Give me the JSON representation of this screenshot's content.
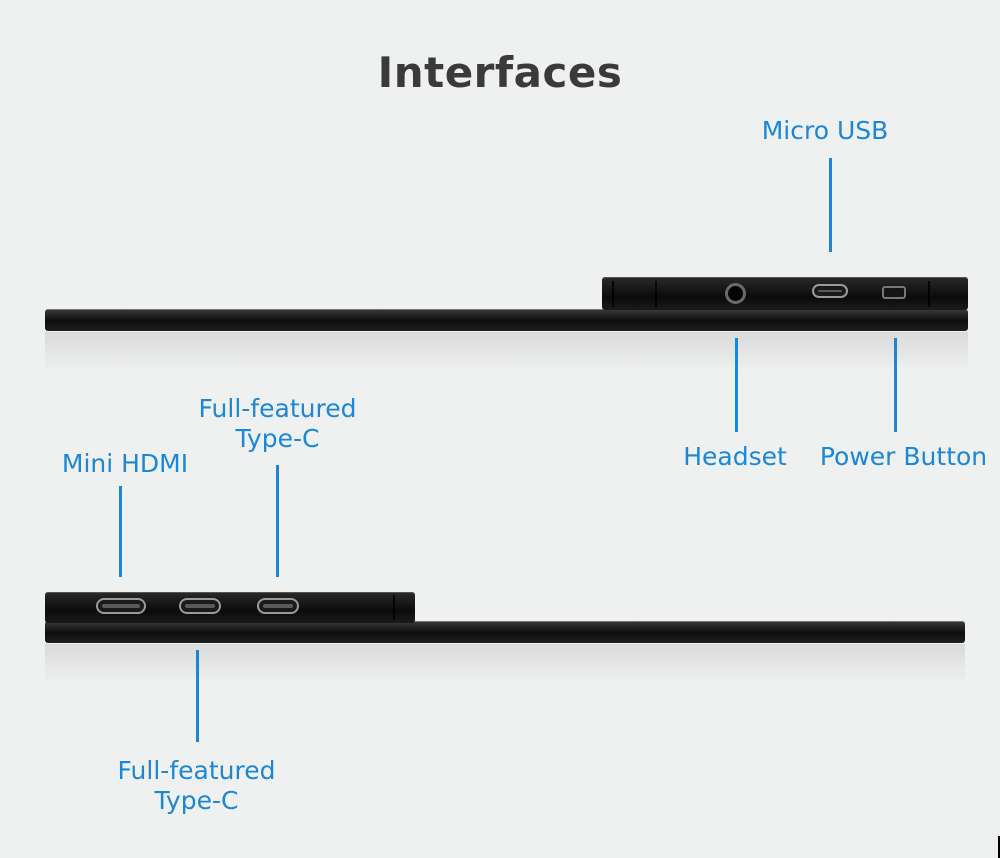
{
  "title": "Interfaces",
  "labels": {
    "micro_usb": "Micro USB",
    "headset": "Headset",
    "power_button": "Power Button",
    "mini_hdmi": "Mini HDMI",
    "typec_top_line1": "Full-featured",
    "typec_top_line2": "Type-C",
    "typec_bottom_line1": "Full-featured",
    "typec_bottom_line2": "Type-C"
  },
  "colors": {
    "accent": "#1b87d6",
    "title": "#3a3a3a",
    "background": "#eff0f0",
    "device": "#111111"
  }
}
